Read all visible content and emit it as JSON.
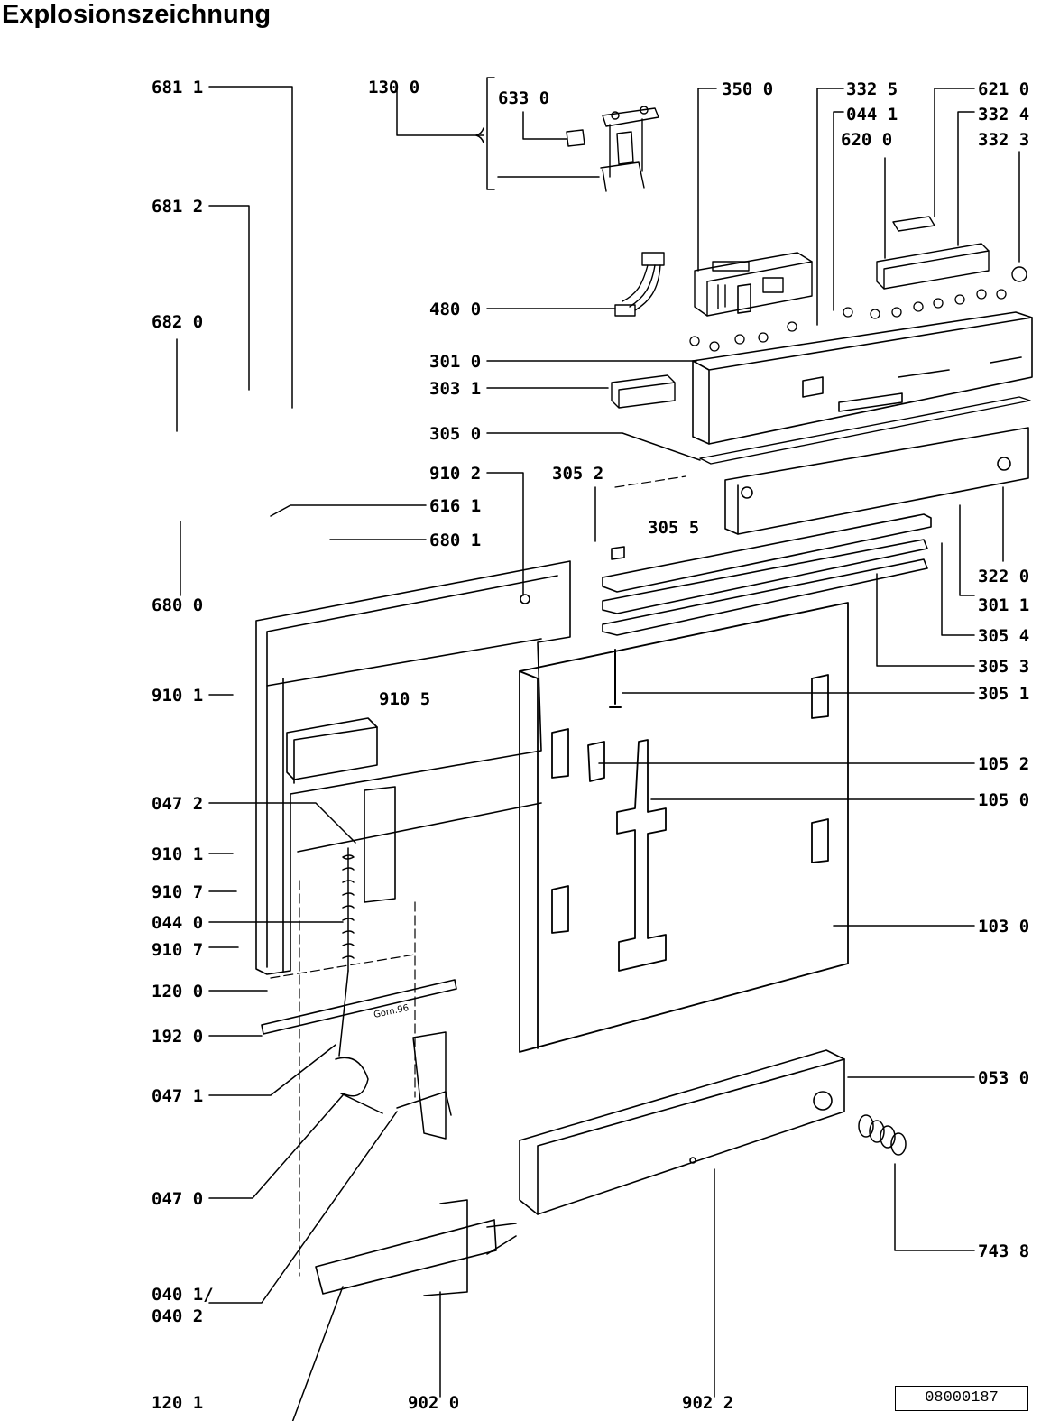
{
  "page": {
    "title": "Explosionszeichnung",
    "document_number": "08000187",
    "stamp_text": "Gom.96"
  },
  "labels": {
    "p681_1": "681 1",
    "p681_2": "681 2",
    "p682_0": "682 0",
    "p680_0": "680 0",
    "p616_1": "616 1",
    "p680_1": "680 1",
    "p130_0": "130 0",
    "p633_0": "633 0",
    "p350_0": "350 0",
    "p332_5": "332 5",
    "p044_1": "044 1",
    "p620_0": "620 0",
    "p621_0": "621 0",
    "p332_4": "332 4",
    "p332_3": "332 3",
    "p480_0": "480 0",
    "p301_0": "301 0",
    "p303_1": "303 1",
    "p305_0": "305 0",
    "p910_2": "910 2",
    "p305_2": "305 2",
    "p305_5": "305 5",
    "p322_0": "322 0",
    "p301_1": "301 1",
    "p305_4": "305 4",
    "p305_3": "305 3",
    "p305_1": "305 1",
    "p910_1a": "910 1",
    "p910_5": "910 5",
    "p105_2": "105 2",
    "p105_0": "105 0",
    "p047_2": "047 2",
    "p910_1b": "910 1",
    "p910_7a": "910 7",
    "p044_0": "044 0",
    "p910_7b": "910 7",
    "p103_0": "103 0",
    "p120_0": "120 0",
    "p192_0": "192 0",
    "p047_1": "047 1",
    "p053_0": "053 0",
    "p047_0": "047 0",
    "p743_8": "743 8",
    "p040_1": "040 1/",
    "p040_2": "040 2",
    "p120_1": "120 1",
    "p902_0": "902 0",
    "p902_2": "902 2"
  }
}
